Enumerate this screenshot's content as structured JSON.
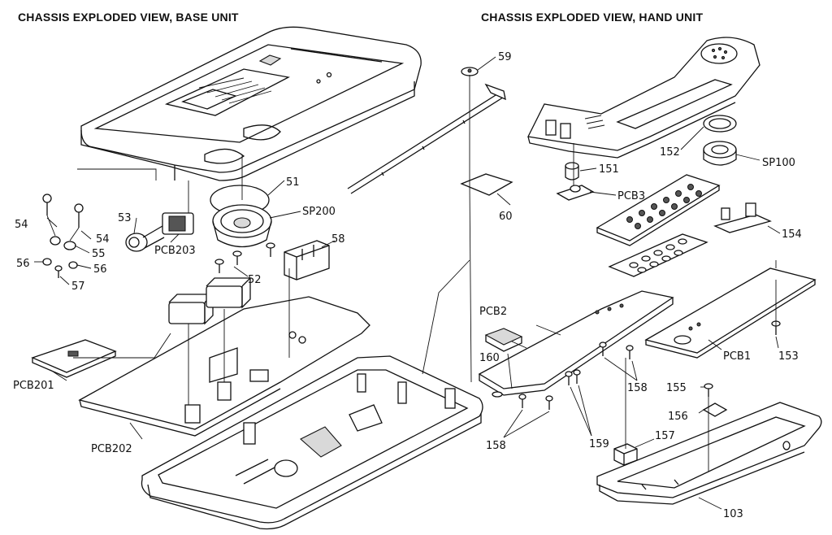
{
  "headings": {
    "base": "CHASSIS EXPLODED VIEW, BASE UNIT",
    "hand": "CHASSIS EXPLODED VIEW, HAND UNIT"
  },
  "labels": {
    "l54a": "54",
    "l54b": "54",
    "l53": "53",
    "l55": "55",
    "l56a": "56",
    "l56b": "56",
    "l57": "57",
    "lPCB203": "PCB203",
    "l51": "51",
    "lSP200": "SP200",
    "l52": "52",
    "l58": "58",
    "l59": "59",
    "l60": "60",
    "lPCB201": "PCB201",
    "lPCB202": "PCB202",
    "l151": "151",
    "lPCB3": "PCB3",
    "l152": "152",
    "lSP100": "SP100",
    "l154": "154",
    "lPCB2": "PCB2",
    "l160": "160",
    "lPCB1": "PCB1",
    "l153": "153",
    "l158a": "158",
    "l158b": "158",
    "l159": "159",
    "l155": "155",
    "l156": "156",
    "l157": "157",
    "l103": "103"
  }
}
